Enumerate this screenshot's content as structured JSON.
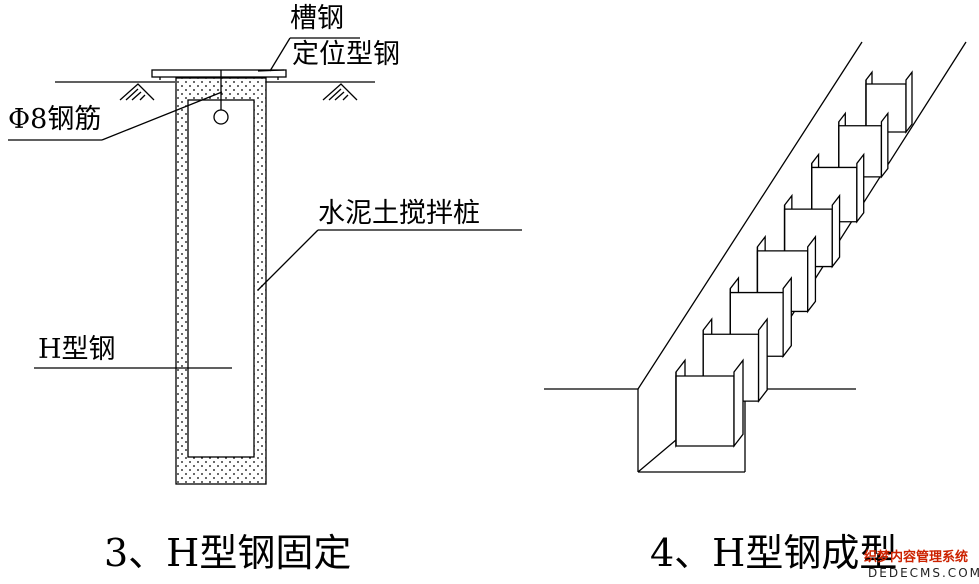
{
  "diagram_left": {
    "labels": {
      "channel_steel": "槽钢",
      "positioning_steel": "定位型钢",
      "rebar": "Φ8钢筋",
      "mixing_pile": "水泥土搅拌桩",
      "h_steel": "H型钢"
    },
    "caption": "3、H型钢固定"
  },
  "diagram_right": {
    "caption": "4、H型钢成型"
  },
  "watermark": {
    "line1": "织梦内容管理系统",
    "line2": "DEDECMS.COM",
    "color_top": "#cc2200",
    "color_bottom": "#222222"
  },
  "colors": {
    "line": "#000000",
    "background": "#ffffff"
  }
}
